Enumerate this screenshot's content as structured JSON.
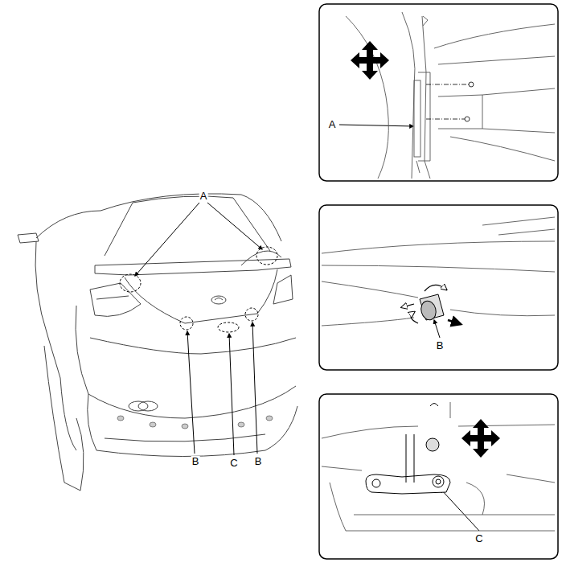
{
  "diagram": {
    "labels": [
      "A",
      "B",
      "C",
      "B",
      "A",
      "B",
      "C"
    ]
  }
}
